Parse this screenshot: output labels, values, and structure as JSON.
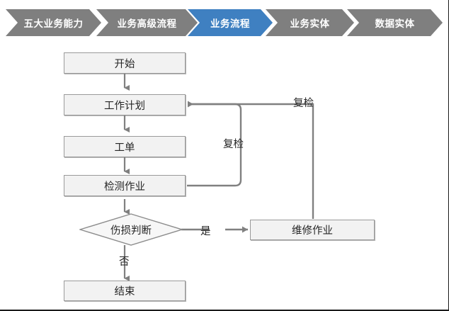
{
  "breadcrumb": {
    "items": [
      {
        "label": "五大业务能力",
        "active": false
      },
      {
        "label": "业务高级流程",
        "active": false
      },
      {
        "label": "业务流程",
        "active": true
      },
      {
        "label": "业务实体",
        "active": false
      },
      {
        "label": "数据实体",
        "active": false
      }
    ],
    "active_color": "#3f80c1",
    "inactive_color": "#7f7f7f",
    "text_color": "#ffffff"
  },
  "flowchart": {
    "type": "flowchart",
    "node_fill": "#f2f2f2",
    "node_border": "#9a9a9a",
    "connector_color": "#808080",
    "nodes": [
      {
        "id": "start",
        "shape": "rect",
        "label": "开始"
      },
      {
        "id": "work_plan",
        "shape": "rect",
        "label": "工作计划"
      },
      {
        "id": "work_order",
        "shape": "rect",
        "label": "工单"
      },
      {
        "id": "inspection",
        "shape": "rect",
        "label": "检测作业"
      },
      {
        "id": "decision",
        "shape": "diamond",
        "label": "伤损判断"
      },
      {
        "id": "repair",
        "shape": "rect",
        "label": "维修作业"
      },
      {
        "id": "end",
        "shape": "rect",
        "label": "结束"
      }
    ],
    "edges": [
      {
        "from": "start",
        "to": "work_plan",
        "label": ""
      },
      {
        "from": "work_plan",
        "to": "work_order",
        "label": ""
      },
      {
        "from": "work_order",
        "to": "inspection",
        "label": ""
      },
      {
        "from": "inspection",
        "to": "decision",
        "label": ""
      },
      {
        "from": "decision",
        "to": "repair",
        "label": "是"
      },
      {
        "from": "decision",
        "to": "end",
        "label": "否"
      },
      {
        "from": "inspection",
        "to": "work_plan",
        "label": "复检"
      },
      {
        "from": "repair",
        "to": "work_plan",
        "label": "复检"
      }
    ],
    "labels": {
      "yes": "是",
      "no": "否",
      "recheck_inner": "复检",
      "recheck_outer": "复检"
    }
  }
}
